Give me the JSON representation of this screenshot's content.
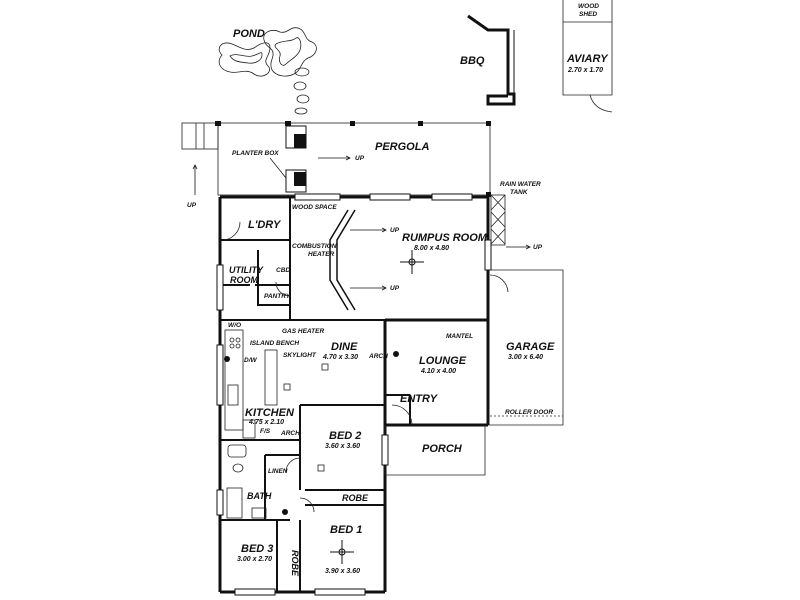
{
  "labels": {
    "pond": "POND",
    "bbq": "BBQ",
    "wood_shed_1": "WOOD",
    "wood_shed_2": "SHED",
    "aviary": "AVIARY",
    "aviary_dim": "2.70 x 1.70",
    "pergola": "PERGOLA",
    "planter_box": "PLANTER BOX",
    "up_pergola": "UP",
    "up_left": "UP",
    "rain_water_1": "RAIN WATER",
    "rain_water_2": "TANK",
    "up_rumpus_top": "UP",
    "up_rumpus_bottom": "UP",
    "up_right": "UP",
    "laundry": "L'DRY",
    "wood_space": "WOOD SPACE",
    "combustion_1": "COMBUSTION",
    "combustion_2": "HEATER",
    "rumpus": "RUMPUS ROOM",
    "rumpus_dim": "8.00 x 4.80",
    "utility_1": "UTILITY",
    "utility_2": "ROOM",
    "cbd": "CBD",
    "pantry": "PANTRY",
    "wo": "W/O",
    "gas_heater": "GAS HEATER",
    "island_bench": "ISLAND BENCH",
    "dw": "D/W",
    "skylight": "SKYLIGHT",
    "dine": "DINE",
    "dine_dim": "4.70 x 3.30",
    "arch_dine": "ARCH",
    "mantel": "MANTEL",
    "lounge": "LOUNGE",
    "lounge_dim": "4.10 x 4.00",
    "garage": "GARAGE",
    "garage_dim": "3.00 x 6.40",
    "entry": "ENTRY",
    "roller_door": "ROLLER DOOR",
    "kitchen": "KITCHEN",
    "kitchen_dim": "4.75 x 2.10",
    "fs": "F/S",
    "arch_kitchen": "ARCH",
    "bed2": "BED 2",
    "bed2_dim": "3.60 x 3.60",
    "porch": "PORCH",
    "linen": "LINEN",
    "bath": "BATH",
    "robe_top": "ROBE",
    "bed1": "BED 1",
    "bed1_dim": "3.90 x 3.60",
    "bed3": "BED 3",
    "bed3_dim": "3.00 x 2.70",
    "robe_side": "ROBE"
  },
  "colors": {
    "wall": "#111111",
    "background": "#ffffff"
  }
}
